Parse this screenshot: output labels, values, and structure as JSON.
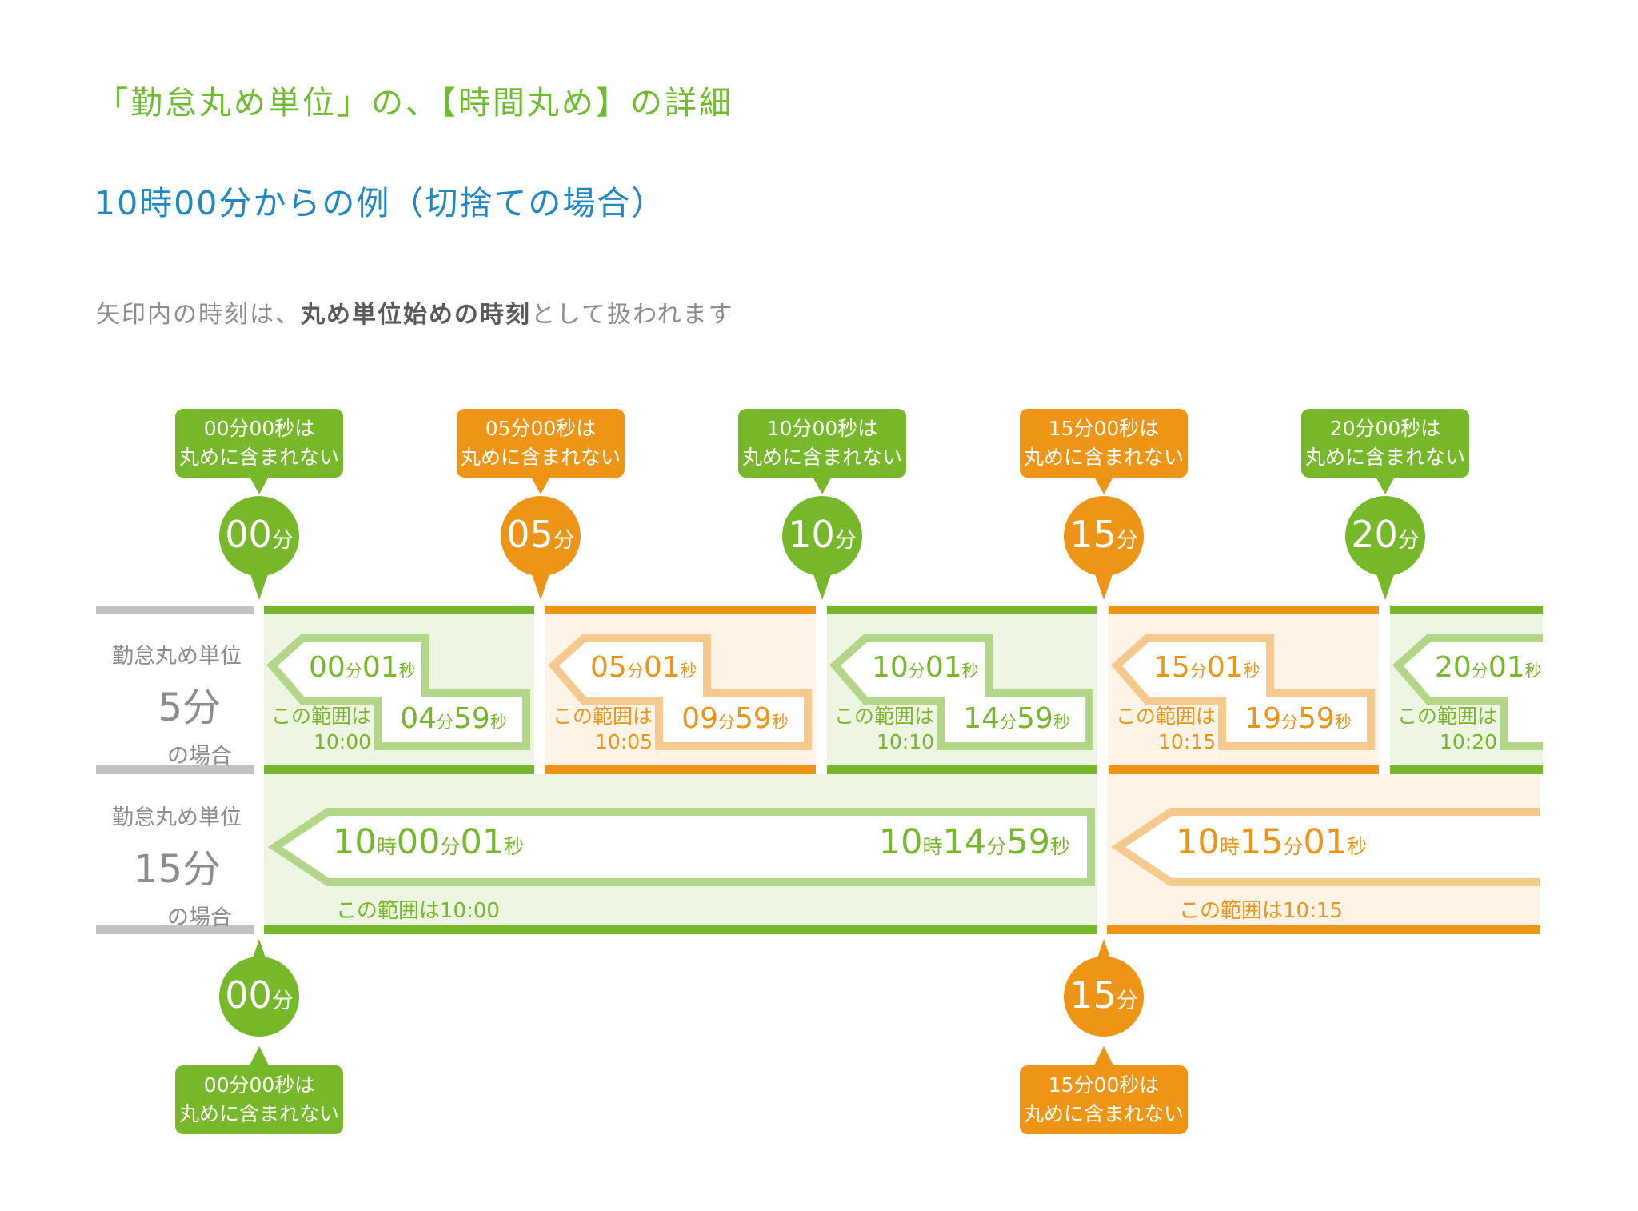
{
  "title": "「勤怠丸め単位」の、【時間丸め】の詳細",
  "subtitle": "10時00分からの例（切捨ての場合）",
  "note_pre": "矢印内の時刻は、",
  "note_bold": "丸め単位始めの時刻",
  "note_post": "として扱われます",
  "colors": {
    "title_green": "#6cbe2c",
    "blue": "#1e87c8",
    "gray_text": "#8c8c8c",
    "note_bold": "#5a5a5a",
    "gray_bar": "#c2c2c2",
    "green": "#76b82a",
    "green_light": "#eef5e2",
    "green_mid": "#b3d689",
    "orange": "#ee9416",
    "orange_light": "#fdf3e6",
    "orange_mid": "#f6c98e"
  },
  "top_markers": [
    {
      "color": "green",
      "callout_lines": [
        "00分00秒は",
        "丸めに含まれない"
      ],
      "circle": [
        [
          "00",
          "num"
        ],
        [
          "分",
          "unit"
        ]
      ]
    },
    {
      "color": "orange",
      "callout_lines": [
        "05分00秒は",
        "丸めに含まれない"
      ],
      "circle": [
        [
          "05",
          "num"
        ],
        [
          "分",
          "unit"
        ]
      ]
    },
    {
      "color": "green",
      "callout_lines": [
        "10分00秒は",
        "丸めに含まれない"
      ],
      "circle": [
        [
          "10",
          "num"
        ],
        [
          "分",
          "unit"
        ]
      ]
    },
    {
      "color": "orange",
      "callout_lines": [
        "15分00秒は",
        "丸めに含まれない"
      ],
      "circle": [
        [
          "15",
          "num"
        ],
        [
          "分",
          "unit"
        ]
      ]
    },
    {
      "color": "green",
      "callout_lines": [
        "20分00秒は",
        "丸めに含まれない"
      ],
      "circle": [
        [
          "20",
          "num"
        ],
        [
          "分",
          "unit"
        ]
      ]
    }
  ],
  "rows": [
    {
      "unit_label": {
        "top": "勤怠丸め単位",
        "size": "5分",
        "bottom": "の場合"
      },
      "blocks": [
        {
          "color": "green",
          "start": [
            [
              "00",
              "num"
            ],
            [
              "分",
              "unit"
            ],
            [
              "01",
              "num"
            ],
            [
              "秒",
              "unit"
            ]
          ],
          "end": [
            [
              "04",
              "num"
            ],
            [
              "分",
              "unit"
            ],
            [
              "59",
              "num"
            ],
            [
              "秒",
              "unit"
            ]
          ],
          "range_lines": [
            "この範囲は",
            "10:00"
          ]
        },
        {
          "color": "orange",
          "start": [
            [
              "05",
              "num"
            ],
            [
              "分",
              "unit"
            ],
            [
              "01",
              "num"
            ],
            [
              "秒",
              "unit"
            ]
          ],
          "end": [
            [
              "09",
              "num"
            ],
            [
              "分",
              "unit"
            ],
            [
              "59",
              "num"
            ],
            [
              "秒",
              "unit"
            ]
          ],
          "range_lines": [
            "この範囲は",
            "10:05"
          ]
        },
        {
          "color": "green",
          "start": [
            [
              "10",
              "num"
            ],
            [
              "分",
              "unit"
            ],
            [
              "01",
              "num"
            ],
            [
              "秒",
              "unit"
            ]
          ],
          "end": [
            [
              "14",
              "num"
            ],
            [
              "分",
              "unit"
            ],
            [
              "59",
              "num"
            ],
            [
              "秒",
              "unit"
            ]
          ],
          "range_lines": [
            "この範囲は",
            "10:10"
          ]
        },
        {
          "color": "orange",
          "start": [
            [
              "15",
              "num"
            ],
            [
              "分",
              "unit"
            ],
            [
              "01",
              "num"
            ],
            [
              "秒",
              "unit"
            ]
          ],
          "end": [
            [
              "19",
              "num"
            ],
            [
              "分",
              "unit"
            ],
            [
              "59",
              "num"
            ],
            [
              "秒",
              "unit"
            ]
          ],
          "range_lines": [
            "この範囲は",
            "10:15"
          ]
        },
        {
          "color": "green",
          "start": [
            [
              "20",
              "num"
            ],
            [
              "分",
              "unit"
            ],
            [
              "01",
              "num"
            ],
            [
              "秒",
              "unit"
            ]
          ],
          "end": null,
          "range_lines": [
            "この範囲は",
            "10:20"
          ]
        }
      ]
    },
    {
      "unit_label": {
        "top": "勤怠丸め単位",
        "size": "15分",
        "bottom": "の場合"
      },
      "blocks": [
        {
          "color": "green",
          "start": [
            [
              "10",
              "num"
            ],
            [
              "時",
              "unit"
            ],
            [
              "00",
              "num"
            ],
            [
              "分",
              "unit"
            ],
            [
              "01",
              "num"
            ],
            [
              "秒",
              "unit"
            ]
          ],
          "end": [
            [
              "10",
              "num"
            ],
            [
              "時",
              "unit"
            ],
            [
              "14",
              "num"
            ],
            [
              "分",
              "unit"
            ],
            [
              "59",
              "num"
            ],
            [
              "秒",
              "unit"
            ]
          ],
          "range": "この範囲は10:00"
        },
        {
          "color": "orange",
          "start": [
            [
              "10",
              "num"
            ],
            [
              "時",
              "unit"
            ],
            [
              "15",
              "num"
            ],
            [
              "分",
              "unit"
            ],
            [
              "01",
              "num"
            ],
            [
              "秒",
              "unit"
            ]
          ],
          "end": null,
          "range": "この範囲は10:15"
        }
      ]
    }
  ],
  "bottom_markers": [
    {
      "color": "green",
      "circle": [
        [
          "00",
          "num"
        ],
        [
          "分",
          "unit"
        ]
      ],
      "callout_lines": [
        "00分00秒は",
        "丸めに含まれない"
      ]
    },
    {
      "color": "orange",
      "circle": [
        [
          "15",
          "num"
        ],
        [
          "分",
          "unit"
        ]
      ],
      "callout_lines": [
        "15分00秒は",
        "丸めに含まれない"
      ]
    }
  ]
}
